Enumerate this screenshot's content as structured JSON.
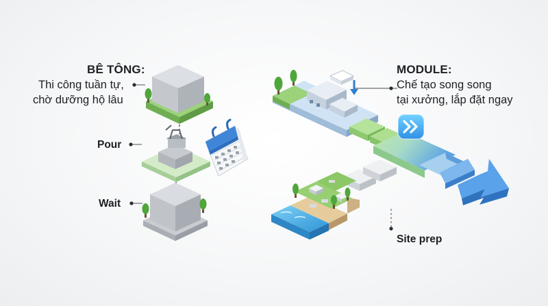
{
  "concrete": {
    "title": "BÊ TÔNG:",
    "desc_line1": "Thi công tuần tự,",
    "desc_line2": "chờ dưỡng hộ lâu",
    "steps": [
      "Pour",
      "Wait"
    ]
  },
  "modular": {
    "title": "MODULE:",
    "desc_line1": "Chế tạo song song",
    "desc_line2": "tại xưởng, lắp đặt ngay",
    "site_label": "Site prep"
  },
  "icons": [
    "concrete-block-icon",
    "pour-bucket-icon",
    "calendar-icon",
    "factory-icon",
    "fast-forward-icon",
    "tree-icon",
    "river-icon",
    "arrow-icon"
  ],
  "colors": {
    "green": "#8fcf6a",
    "concrete": "#cfd2d6",
    "blue": "#4b90dc",
    "water": "#3aa7e0",
    "sand": "#e2c796"
  }
}
